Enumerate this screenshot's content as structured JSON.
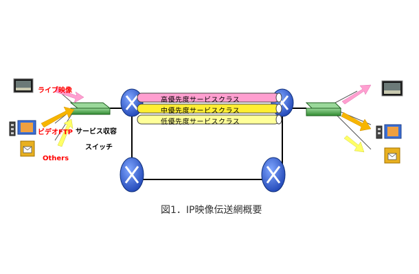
{
  "labels": {
    "live_video": "ライブ映像",
    "video_ftp": "ビデオFTP",
    "others": "Others",
    "service_switch": "サービス収容",
    "switch_word": "スイッチ"
  },
  "lanes": [
    {
      "label": "高優先度サービスクラス",
      "color": "#ff9fd0"
    },
    {
      "label": "中優先度サービスクラス",
      "color": "#ffee33"
    },
    {
      "label": "低優先度サービスクラス",
      "color": "#ffff99"
    }
  ],
  "caption": "図1．IP映像伝送網概要",
  "colors": {
    "router_blue": "#2f5fd0",
    "switch_green": "#3a9a3a",
    "pink_arrow": "#ff9fd0",
    "orange_arrow": "#f7b500",
    "yellow_arrow": "#ffff66"
  },
  "icons": {
    "router": "router-icon",
    "switch": "switch-icon",
    "video": "video-thumbnail-icon",
    "ftp": "ftp-device-icon",
    "others": "others-package-icon"
  }
}
